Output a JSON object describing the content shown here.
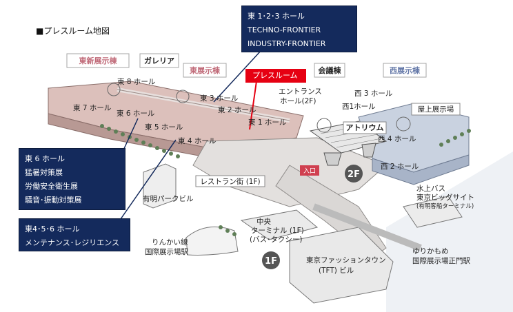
{
  "caption": "■プレスルーム地図",
  "callouts": {
    "east123": [
      "東 1･2･3 ホール",
      "TECHNO-FRONTIER",
      "INDUSTRY-FRONTIER"
    ],
    "east6": [
      "東 6 ホール",
      "猛暑対策展",
      "労働安全衛生展",
      "騒音･振動対策展"
    ],
    "east456": [
      "東4･5･6 ホール",
      "メンテナンス･レジリエンス"
    ],
    "pressroom": "プレスルーム"
  },
  "buildings": {
    "east_new": "東新展示棟",
    "galleria": "ガレリア",
    "east": "東展示棟",
    "conference": "会議棟",
    "west": "西展示棟"
  },
  "halls": {
    "e8": "東 8 ホール",
    "e7": "東 7 ホール",
    "e6": "東 6 ホール",
    "e5": "東 5 ホール",
    "e4": "東 4 ホール",
    "e3": "東 3 ホール",
    "e2": "東 2 ホール",
    "e1": "東 1 ホール",
    "w3": "西 3 ホール",
    "w1": "西1ホール",
    "w4": "西 4 ホール",
    "w2": "西 2 ホール",
    "rooftop": "屋上展示場",
    "atrium": "アトリウム"
  },
  "places": {
    "entrance": [
      "エントランス",
      "ホール(2F)"
    ],
    "restaurant": "レストラン街 (1F)",
    "ariake": "有明パークビル",
    "rinkai": [
      "りんかい線",
      "国際展示場駅"
    ],
    "terminal": [
      "中央",
      "ターミナル (1F)",
      "(バス･タクシー)"
    ],
    "tft": [
      "東京ファッションタウン",
      "(TFT) ビル"
    ],
    "yurikamome": [
      "ゆりかもめ",
      "国際展示場正門駅"
    ],
    "waterbus": [
      "水上バス",
      "東京ビッグサイト",
      "(有明客船ターミナル)"
    ],
    "entry": "入口"
  },
  "floors": {
    "f2": "2F",
    "f1": "1F"
  },
  "colors": {
    "navy": "#142a5c",
    "red": "#e60012",
    "east_building": "#d8b7b2",
    "west_building": "#b9c5d8"
  }
}
